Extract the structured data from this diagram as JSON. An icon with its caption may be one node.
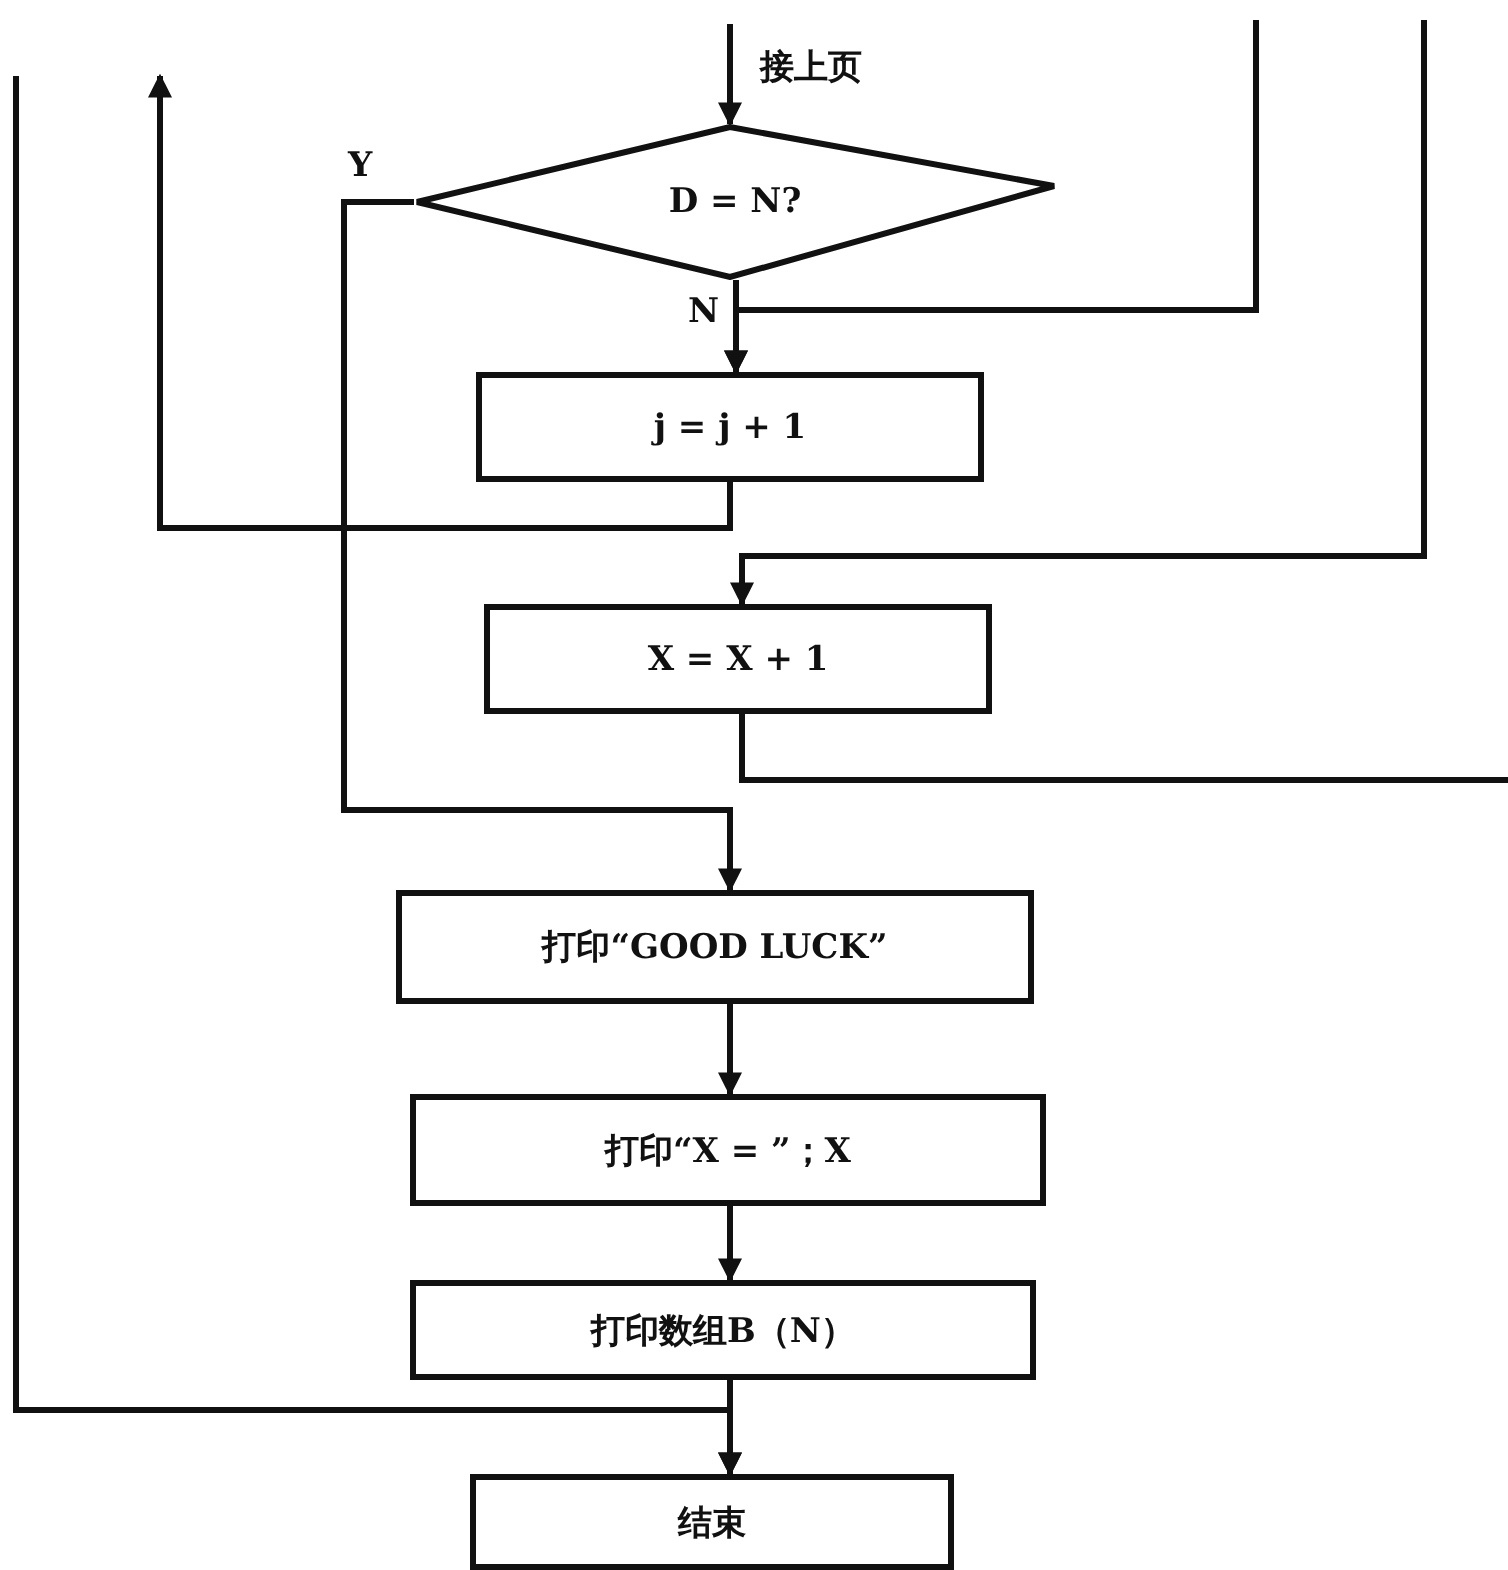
{
  "diagram": {
    "nodes": [
      {
        "text": [
          "D = N?"
        ]
      },
      {
        "text": [
          "j = j + 1"
        ]
      },
      {
        "text": [
          "X = X + 1"
        ]
      },
      {
        "text": [
          "打印“GOOD LUCK”"
        ]
      },
      {
        "text": [
          "打印“X = ”；X"
        ]
      },
      {
        "text": [
          "打印数组B（N）"
        ]
      },
      {
        "text": [
          "结束"
        ]
      }
    ],
    "edges": [
      {
        "from": null,
        "to": 0,
        "arrow": "to",
        "label": "接上页"
      },
      {
        "from": 0,
        "to": 1,
        "arrow": "to",
        "label": "N"
      },
      {
        "from": null,
        "to": 1,
        "arrow": "to"
      },
      {
        "from": 1,
        "to": null,
        "arrow": "to"
      },
      {
        "from": 0,
        "to": 3,
        "arrow": "to",
        "label": "Y"
      },
      {
        "from": null,
        "to": 2,
        "arrow": "to"
      },
      {
        "from": 2,
        "to": null,
        "arrow": "none"
      },
      {
        "from": 3,
        "to": 4,
        "arrow": "to"
      },
      {
        "from": 4,
        "to": 5,
        "arrow": "to"
      },
      {
        "from": 5,
        "to": 6,
        "arrow": "to"
      },
      {
        "from": null,
        "to": 6,
        "arrow": "to"
      }
    ]
  }
}
